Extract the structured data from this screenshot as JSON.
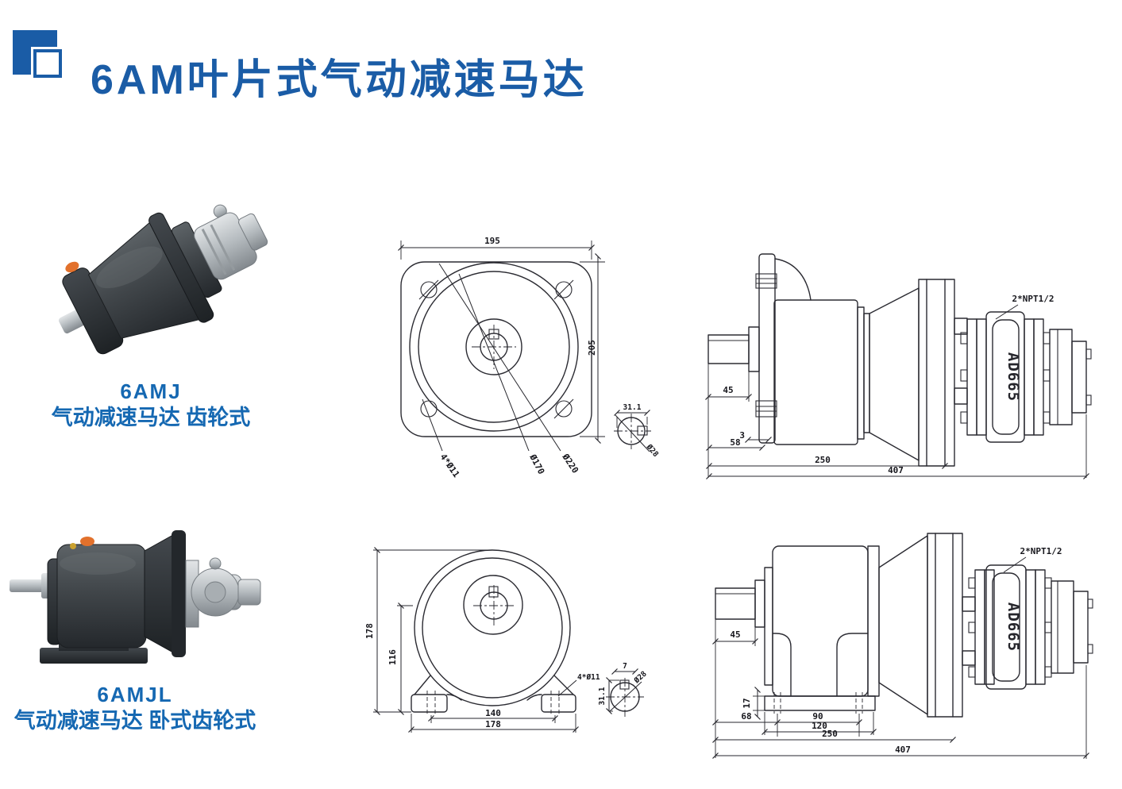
{
  "header": {
    "title": "6AM叶片式气动减速马达"
  },
  "colors": {
    "accent": "#1a5ca6",
    "caption_blue": "#1568b2",
    "line": "#2b2b32",
    "photo_orange": "#e2712c",
    "photo_silver": "#c9cdd0",
    "photo_dark": "#34383c"
  },
  "products": [
    {
      "model": "6AMJ",
      "desc": "气动减速马达 齿轮式"
    },
    {
      "model": "6AMJL",
      "desc": "气动减速马达 卧式齿轮式"
    }
  ],
  "drawings": {
    "flange_front": {
      "width": "195",
      "height": "205",
      "holes": "4*Ø11",
      "pilot_dia": "Ø170",
      "flange_dia": "Ø220",
      "key_height": "31.1",
      "shaft_dia": "Ø28"
    },
    "flange_side": {
      "shaft_len": "45",
      "flange_thk": "3",
      "hub_len": "58",
      "gear_len": "250",
      "total_len": "407",
      "port": "2*NPT1/2",
      "motor_label": "AD665"
    },
    "foot_front": {
      "total_h": "178",
      "center_h": "116",
      "bolt_span": "140",
      "base_w": "178",
      "holes": "4*Ø11",
      "key_width": "7",
      "key_height": "31.1",
      "shaft_dia": "Ø28"
    },
    "foot_side": {
      "shaft_len": "45",
      "foot_thk": "17",
      "d68": "68",
      "d90": "90",
      "d120": "120",
      "gear_len": "250",
      "total_len": "407",
      "port": "2*NPT1/2",
      "motor_label": "AD665"
    }
  }
}
